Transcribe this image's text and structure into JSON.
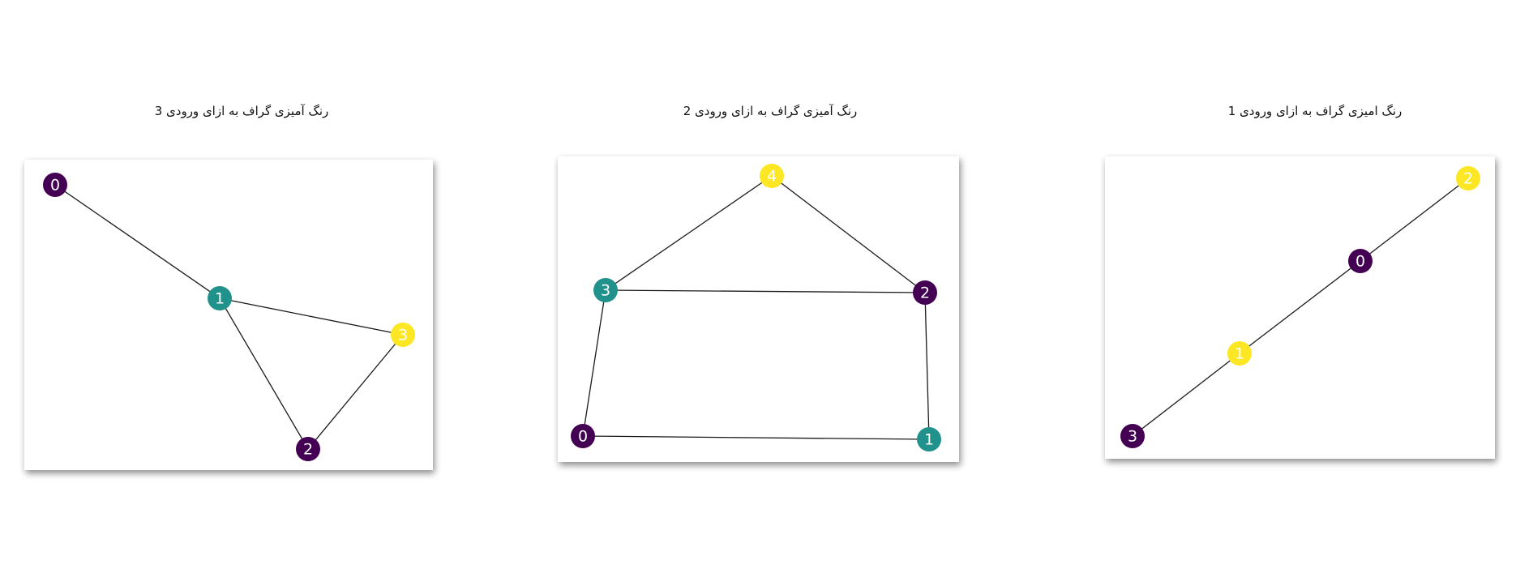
{
  "colors": {
    "c0": "#440154",
    "c1": "#21918c",
    "c2": "#fde725"
  },
  "panels": [
    {
      "title": "رنگ آمیزی گراف به ازای ورودی 3",
      "nodes": [
        {
          "label": "0",
          "color": "#440154"
        },
        {
          "label": "1",
          "color": "#21918c"
        },
        {
          "label": "2",
          "color": "#440154"
        },
        {
          "label": "3",
          "color": "#fde725"
        }
      ],
      "edges": [
        [
          "0",
          "1"
        ],
        [
          "1",
          "2"
        ],
        [
          "1",
          "3"
        ],
        [
          "2",
          "3"
        ]
      ]
    },
    {
      "title": "رنگ آمیزی گراف به ازای ورودی 2",
      "nodes": [
        {
          "label": "0",
          "color": "#440154"
        },
        {
          "label": "1",
          "color": "#21918c"
        },
        {
          "label": "2",
          "color": "#440154"
        },
        {
          "label": "3",
          "color": "#21918c"
        },
        {
          "label": "4",
          "color": "#fde725"
        }
      ],
      "edges": [
        [
          "4",
          "3"
        ],
        [
          "4",
          "2"
        ],
        [
          "3",
          "2"
        ],
        [
          "3",
          "0"
        ],
        [
          "0",
          "1"
        ],
        [
          "2",
          "1"
        ]
      ]
    },
    {
      "title": "رنگ امیزی گراف به ازای ورودی 1",
      "nodes": [
        {
          "label": "0",
          "color": "#440154"
        },
        {
          "label": "1",
          "color": "#fde725"
        },
        {
          "label": "2",
          "color": "#fde725"
        },
        {
          "label": "3",
          "color": "#440154"
        }
      ],
      "edges": [
        [
          "2",
          "0"
        ],
        [
          "0",
          "1"
        ],
        [
          "1",
          "3"
        ]
      ]
    }
  ]
}
